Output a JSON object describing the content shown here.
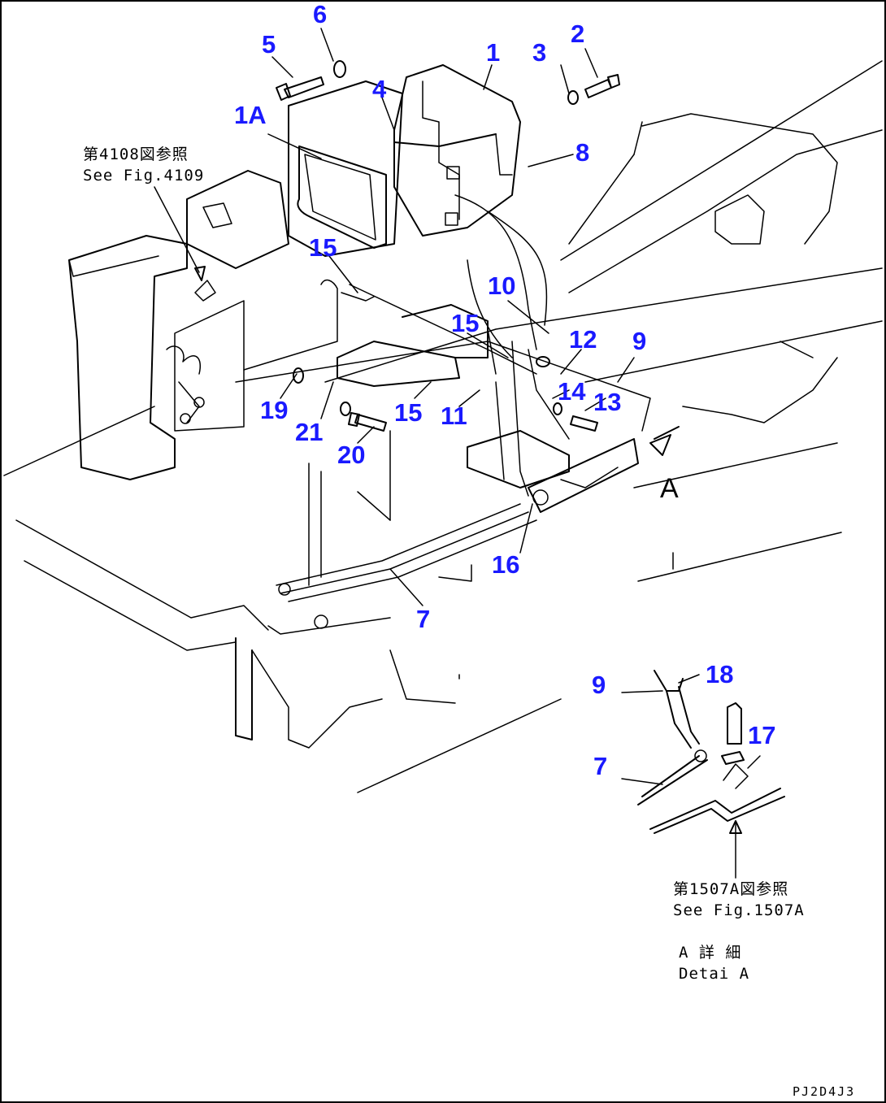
{
  "callouts": {
    "c1": "1",
    "c1A": "1A",
    "c2": "2",
    "c3": "3",
    "c4": "4",
    "c5": "5",
    "c6": "6",
    "c7": "7",
    "c7b": "7",
    "c8": "8",
    "c9": "9",
    "c9b": "9",
    "c10": "10",
    "c11": "11",
    "c12": "12",
    "c13": "13",
    "c14": "14",
    "c15a": "15",
    "c15b": "15",
    "c15c": "15",
    "c16": "16",
    "c17": "17",
    "c18": "18",
    "c19": "19",
    "c20": "20",
    "c21": "21"
  },
  "notes": {
    "ref_4108_jp": "第4108図参照",
    "ref_4108_en": "See Fig.4109",
    "ref_1507_jp": "第1507A図参照",
    "ref_1507_en": "See Fig.1507A",
    "detail_jp": "A 詳 細",
    "detail_en": "Detai A",
    "view_marker": "A"
  },
  "drawing_code": "PJ2D4J3"
}
